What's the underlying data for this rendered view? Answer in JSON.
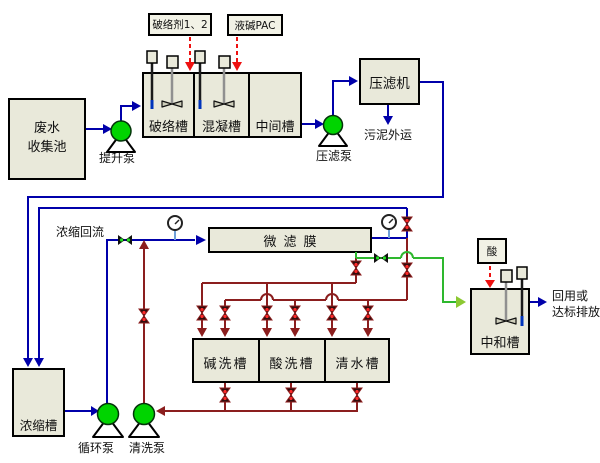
{
  "colors": {
    "blue": "#0000aa",
    "dred": "#8b1e1e",
    "green": "#2eb82e",
    "agreen": "#8cc832",
    "red": "#ee1111",
    "pump": "#00d400",
    "lblue": "#6f9fd8",
    "boxfill": "#e9e9da",
    "dosefill": "#f2f2e6"
  },
  "nodes": {
    "collection_line1": "废水",
    "collection_line2": "收集池",
    "break_tank": "破络槽",
    "coag_tank": "混凝槽",
    "mid_tank": "中间槽",
    "filter_press": "压滤机",
    "membrane": "微滤膜",
    "alkali_tank": "碱洗槽",
    "acid_tank": "酸洗槽",
    "water_tank": "清水槽",
    "concentrate_tank": "浓缩槽",
    "neutral_tank": "中和槽"
  },
  "dosing": {
    "breaker": "破络剂1、2",
    "pac": "液碱PAC",
    "acid": "酸"
  },
  "pumps": {
    "lift": "提升泵",
    "press": "压滤泵",
    "circulation": "循环泵",
    "cleaning": "清洗泵"
  },
  "flows": {
    "sludge_out": "污泥外运",
    "concentrate_reflux": "浓缩回流",
    "discharge_line1": "回用或",
    "discharge_line2": "达标排放"
  }
}
